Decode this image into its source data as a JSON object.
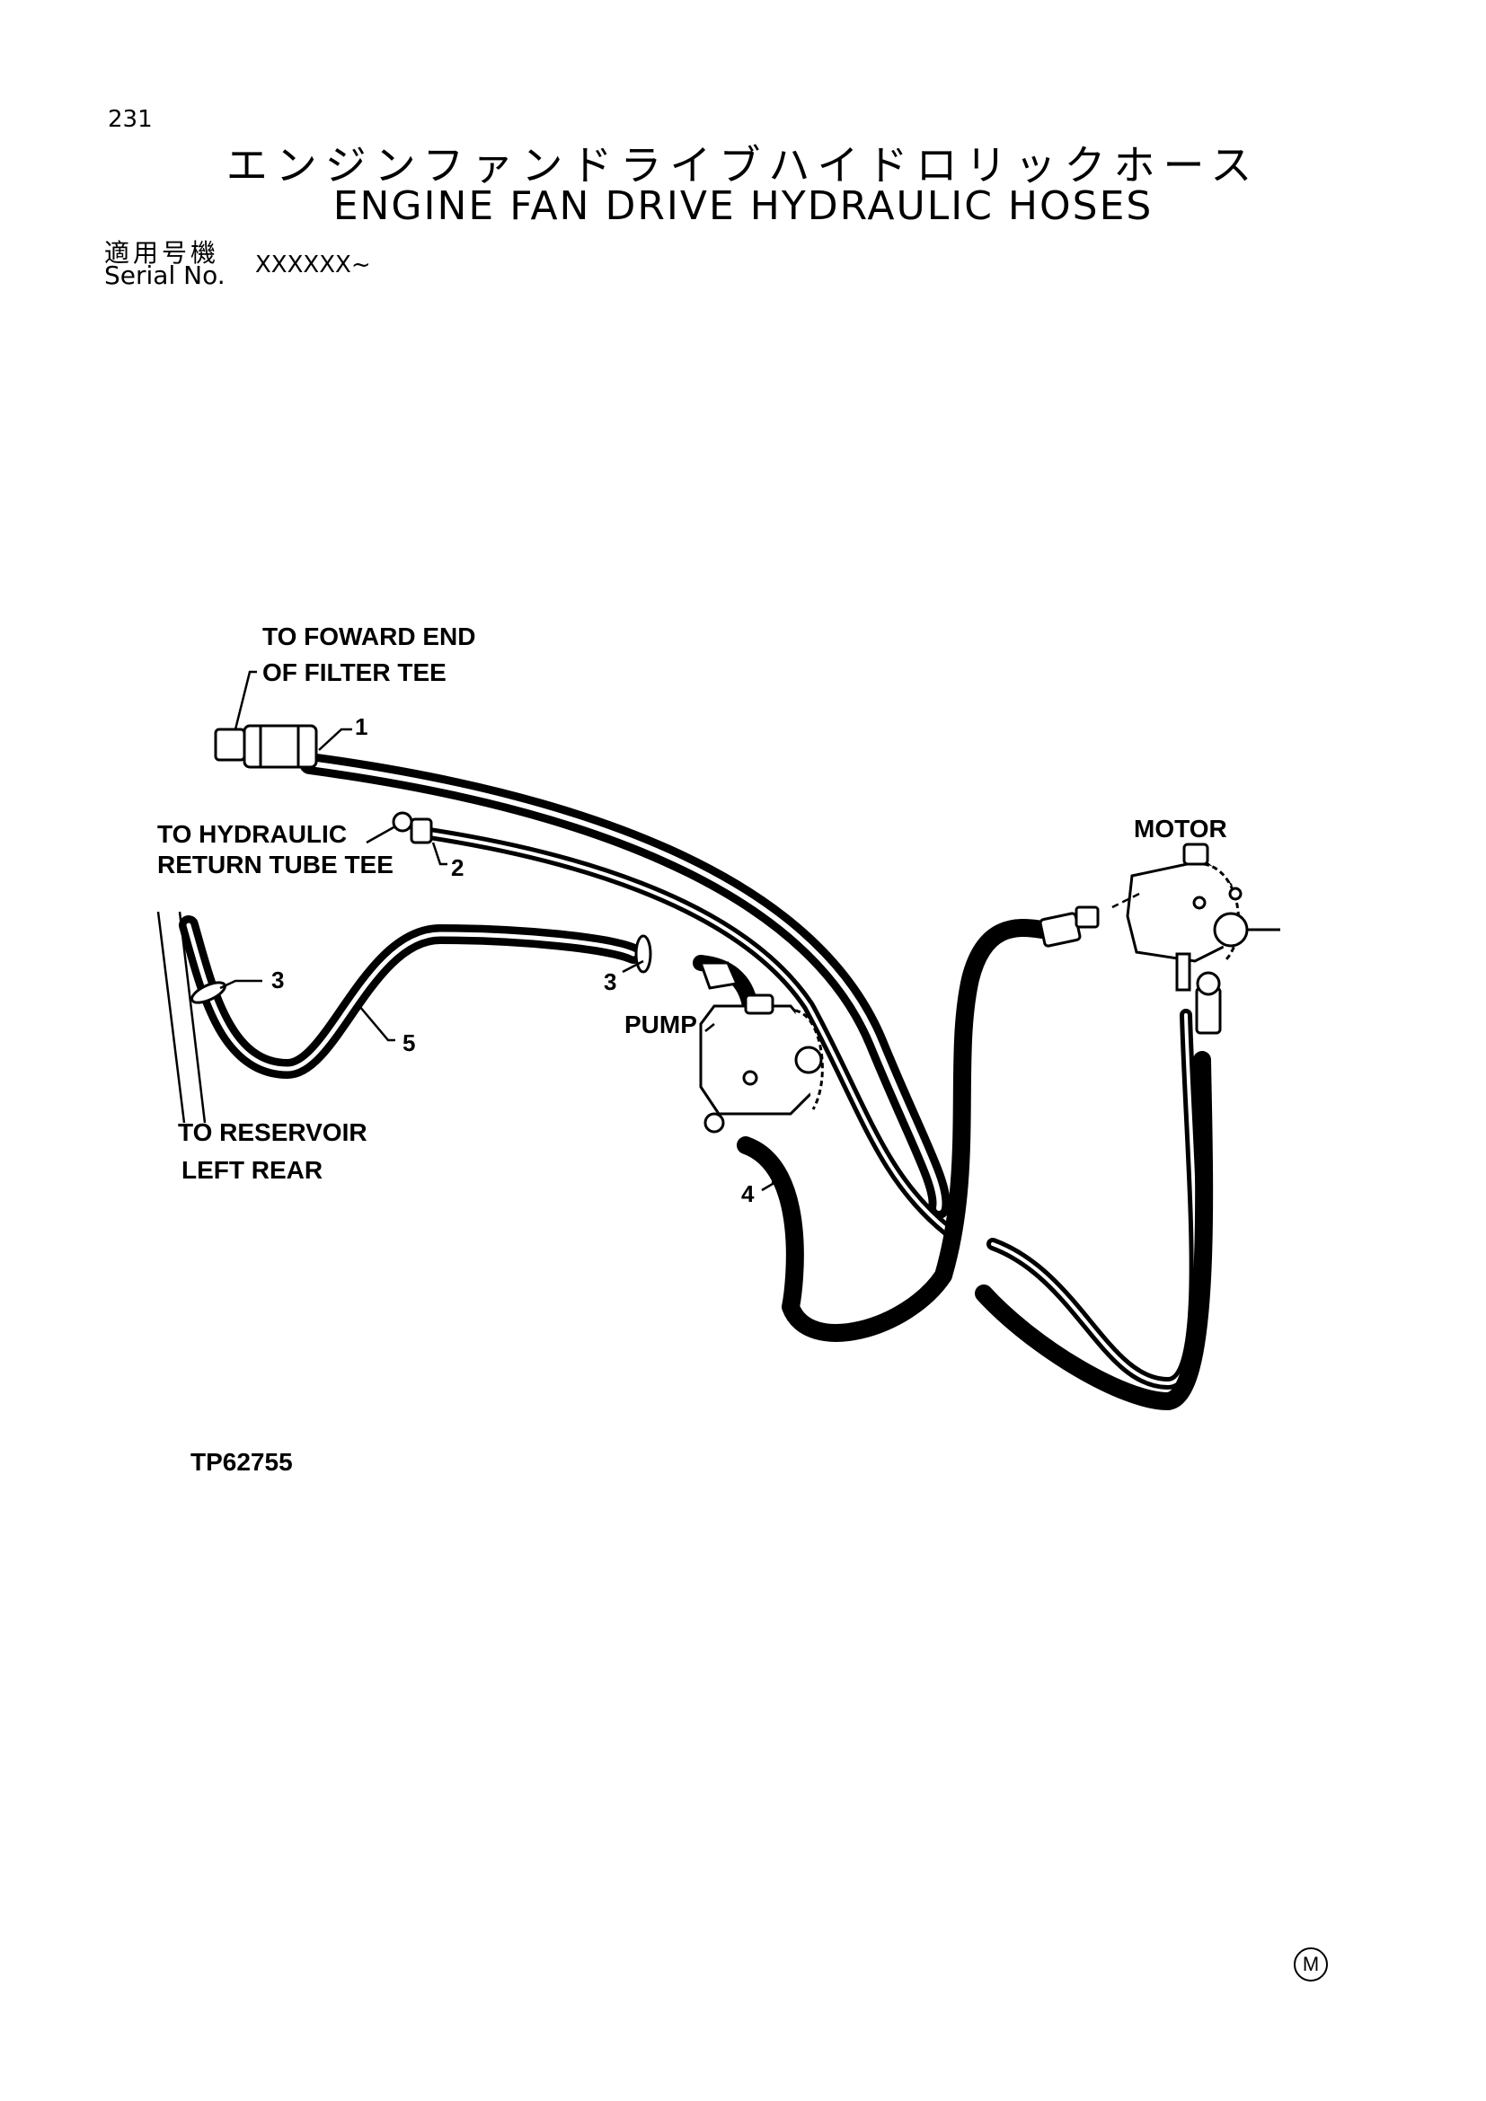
{
  "header": {
    "page_number": "231",
    "title_jp": "エンジンファンドライブハイドロリックホース",
    "title_en": "ENGINE FAN DRIVE HYDRAULIC HOSES",
    "serial_label_jp": "適用号機",
    "serial_label_en": "Serial No.",
    "serial_value": "XXXXXX~"
  },
  "diagram": {
    "labels": {
      "to_forward_end_1": "TO FOWARD END",
      "to_forward_end_2": "OF FILTER TEE",
      "to_hydraulic_1": "TO HYDRAULIC",
      "to_hydraulic_2": "RETURN TUBE TEE",
      "motor": "MOTOR",
      "pump": "PUMP",
      "to_reservoir_1": "TO RESERVOIR",
      "to_reservoir_2": "LEFT REAR"
    },
    "callouts": {
      "c1": "1",
      "c2": "2",
      "c3a": "3",
      "c3b": "3",
      "c4": "4",
      "c5": "5"
    },
    "figure_id": "TP62755"
  },
  "footer": {
    "mark": "M"
  }
}
